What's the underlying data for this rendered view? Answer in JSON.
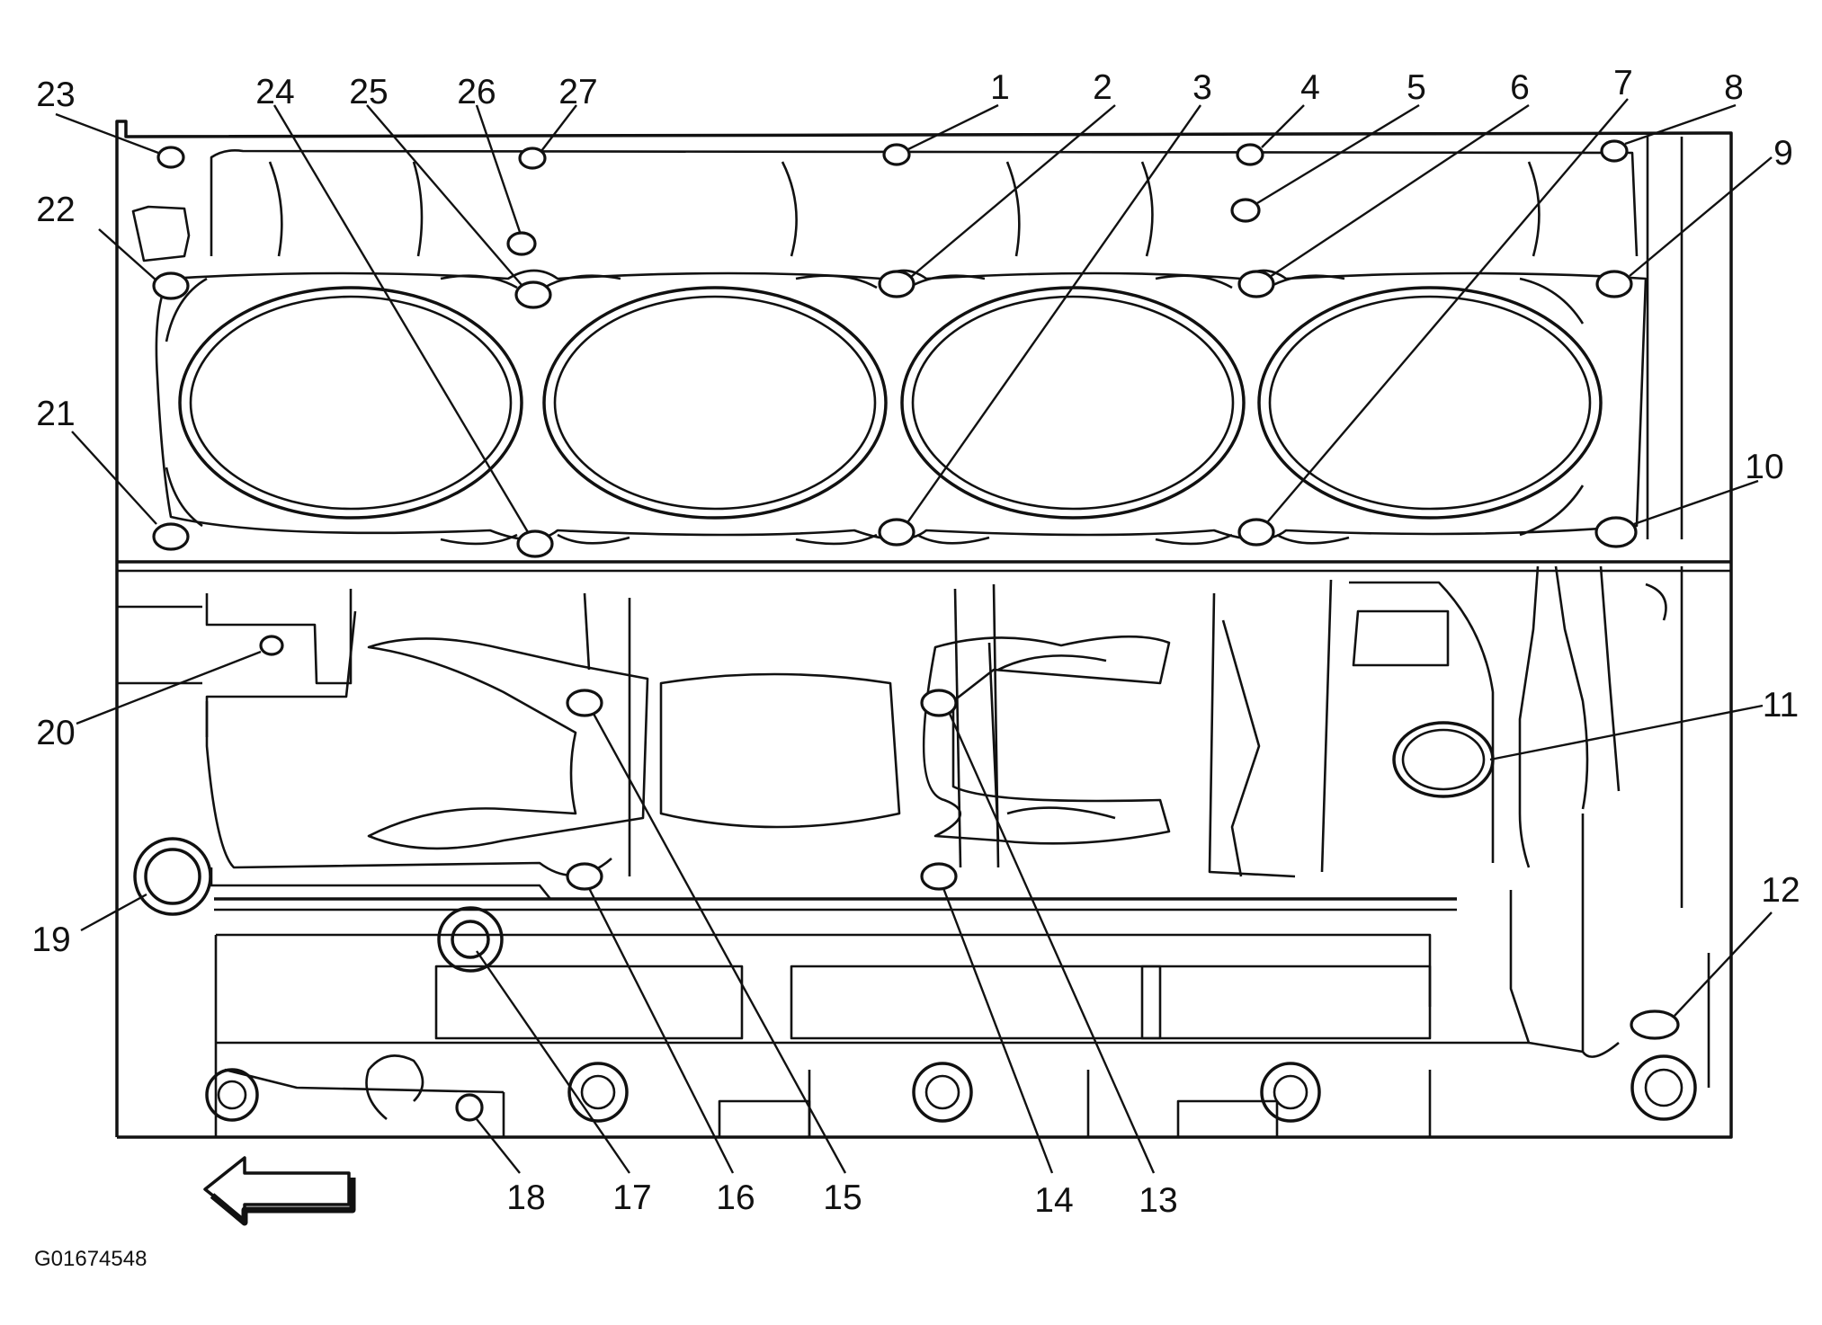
{
  "figure_id": "G01674548",
  "callouts": [
    "1",
    "2",
    "3",
    "4",
    "5",
    "6",
    "7",
    "8",
    "9",
    "10",
    "11",
    "12",
    "13",
    "14",
    "15",
    "16",
    "17",
    "18",
    "19",
    "20",
    "21",
    "22",
    "23",
    "24",
    "25",
    "26",
    "27"
  ],
  "colors": {
    "line": "#111111",
    "background": "#ffffff"
  },
  "icons": {
    "direction_arrow": "arrow-left-icon"
  }
}
